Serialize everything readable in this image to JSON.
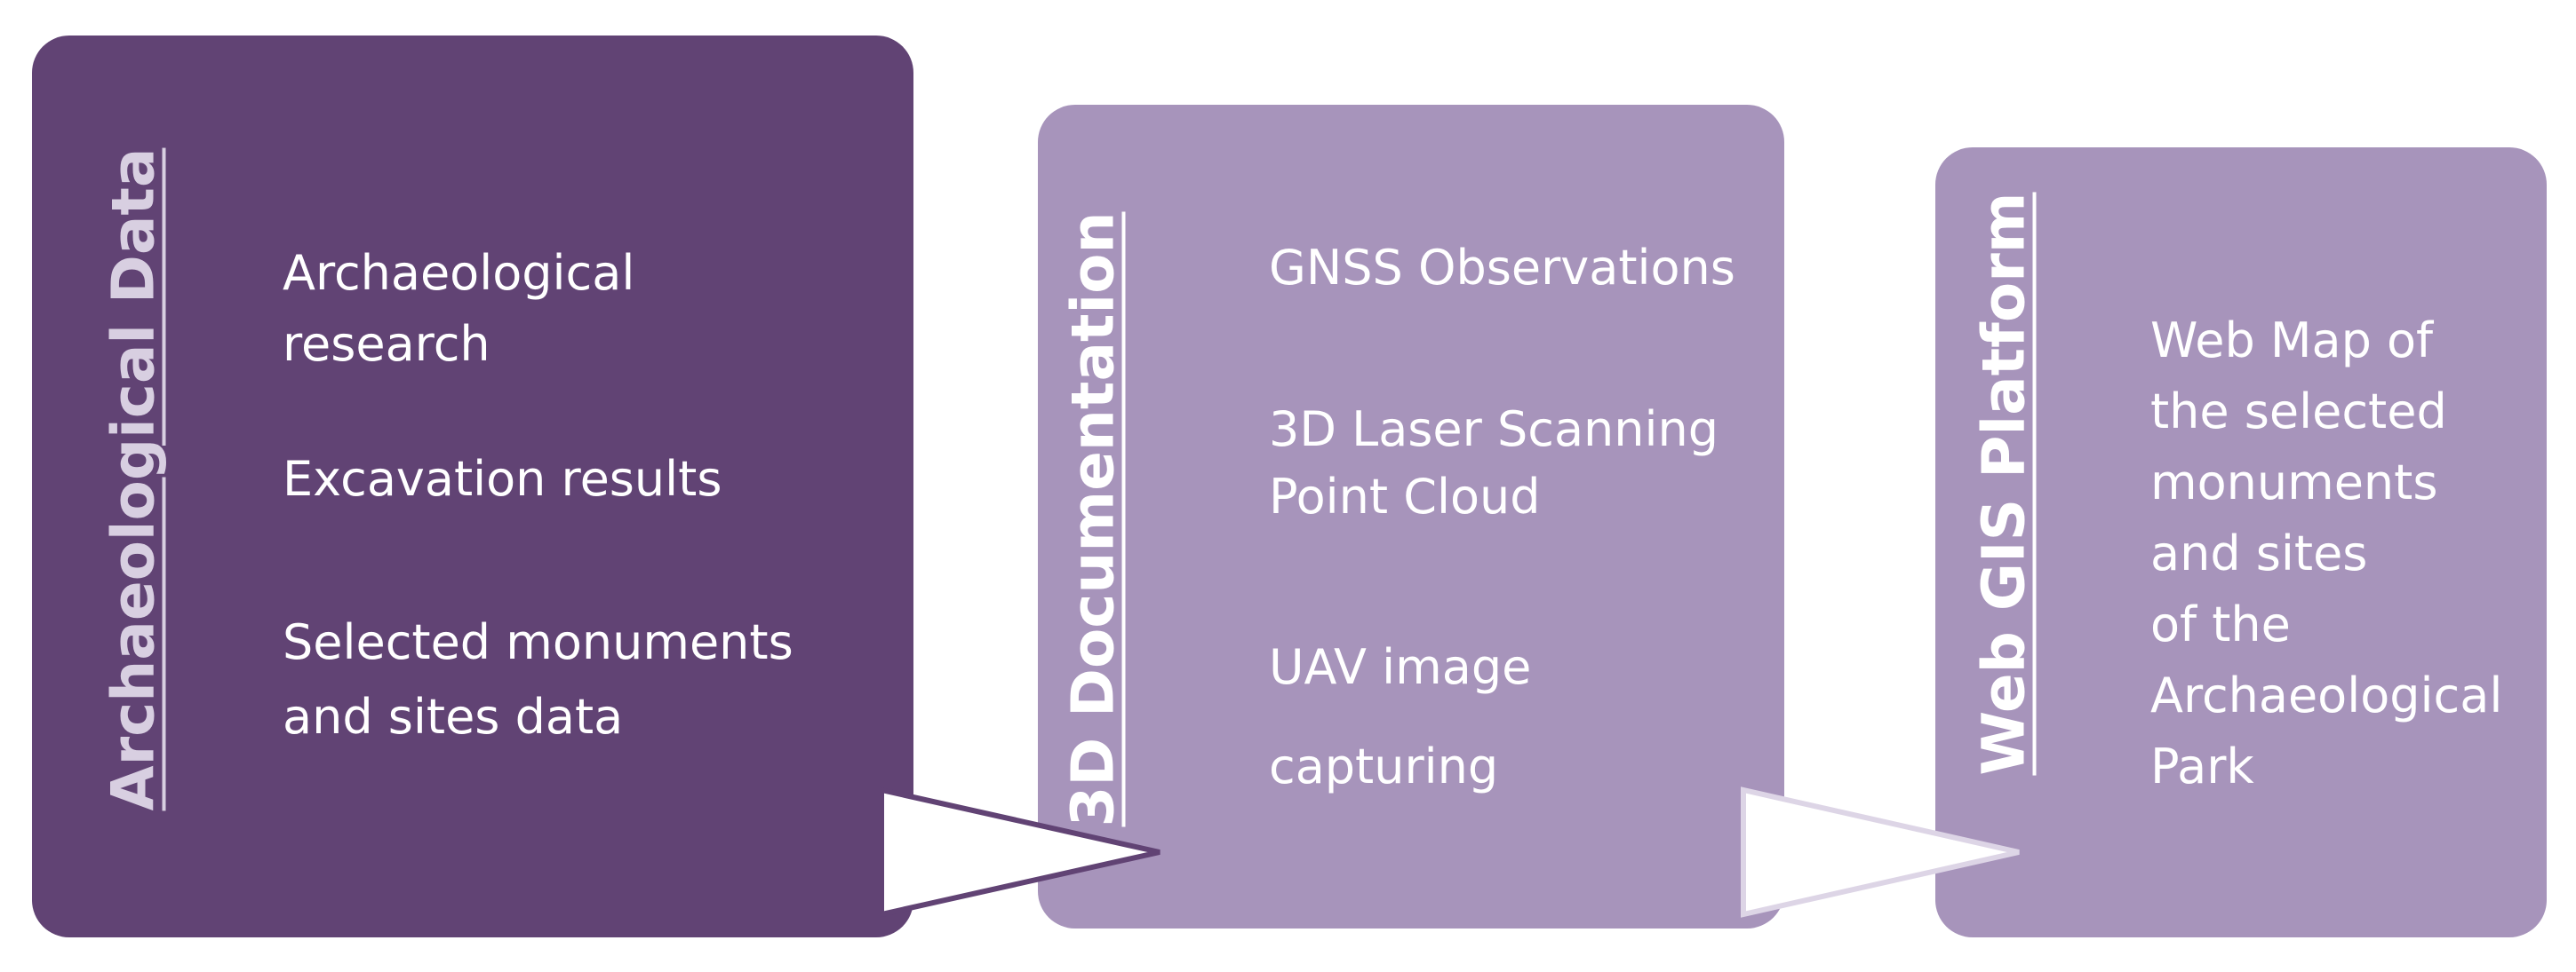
{
  "boxes": [
    {
      "title": "Archaeological Data",
      "items": [
        "Archaeological",
        "research",
        "Excavation results",
        "Selected monuments",
        "and sites data"
      ],
      "color": "#614374"
    },
    {
      "title": "3D Documentation",
      "items": [
        "GNSS Observations",
        "3D Laser Scanning",
        "Point Cloud",
        "UAV image",
        "capturing"
      ],
      "color": "#a794bb"
    },
    {
      "title": "Web GIS Platform",
      "items": [
        "Web Map of",
        "the selected",
        "monuments",
        "and sites",
        "of the",
        "Archaeological",
        "Park"
      ],
      "color": "#a794bb"
    }
  ],
  "arrow_color": "#ffffff"
}
